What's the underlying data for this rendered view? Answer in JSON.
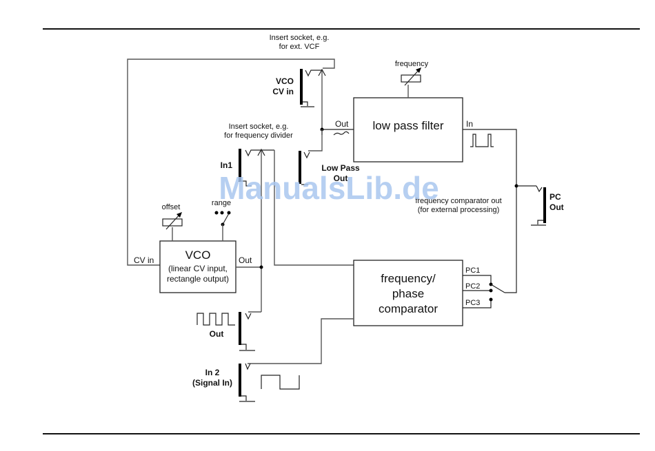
{
  "diagram": {
    "labels": {
      "insert_socket_vcf_line1": "Insert socket, e.g.",
      "insert_socket_vcf_line2": "for ext. VCF",
      "vco_cv_in_line1": "VCO",
      "vco_cv_in_line2": "CV in",
      "insert_socket_div_line1": "Insert socket, e.g.",
      "insert_socket_div_line2": "for frequency divider",
      "in1": "In1",
      "low_pass_out_line1": "Low Pass",
      "low_pass_out_line2": "Out",
      "offset": "offset",
      "range": "range",
      "frequency": "frequency",
      "lpf_out": "Out",
      "lpf_in": "In",
      "pc_out_note_line1": "frequency comparator out",
      "pc_out_note_line2": "(for external processing)",
      "pc_out_line1": "PC",
      "pc_out_line2": "Out",
      "vco_cv_in": "CV in",
      "vco_out": "Out",
      "pc1": "PC1",
      "pc2": "PC2",
      "pc3": "PC3",
      "out_jack": "Out",
      "in2_line1": "In 2",
      "in2_line2": "(Signal In)"
    },
    "blocks": {
      "lpf": "low pass filter",
      "vco_title": "VCO",
      "vco_sub1": "(linear CV input,",
      "vco_sub2": "rectangle output)",
      "comparator_line1": "frequency/",
      "comparator_line2": "phase",
      "comparator_line3": "comparator"
    },
    "watermark": "ManualsLib.de"
  }
}
